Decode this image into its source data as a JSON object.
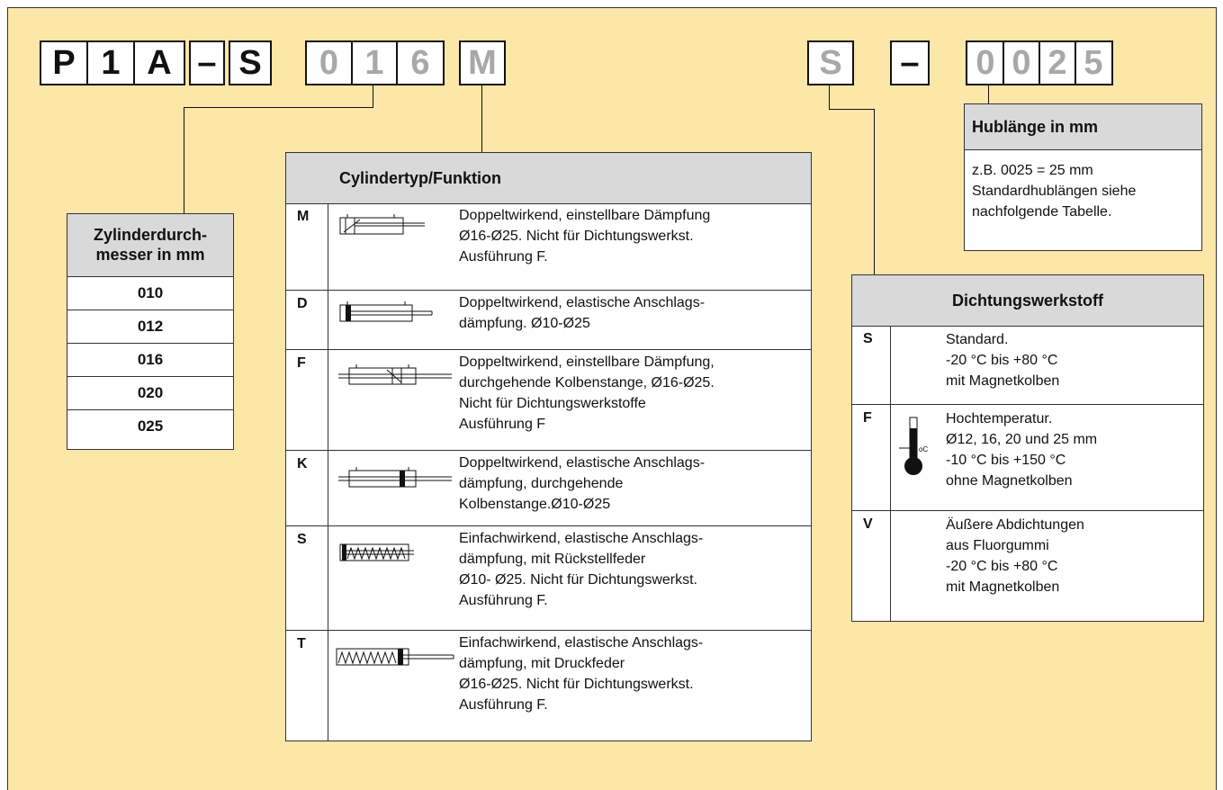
{
  "code": {
    "p1a": [
      "P",
      "1",
      "A"
    ],
    "dash1": "–",
    "s": "S",
    "diameter": [
      "0",
      "1",
      "6"
    ],
    "type": "M",
    "seal": "S",
    "dash2": "–",
    "stroke": [
      "0",
      "0",
      "2",
      "5"
    ]
  },
  "diameter_panel": {
    "title_line1": "Zylinderdurch-",
    "title_line2": "messer in mm",
    "items": [
      "010",
      "012",
      "016",
      "020",
      "025"
    ]
  },
  "type_panel": {
    "title": "Cylindertyp/Funktion",
    "rows": [
      {
        "key": "M",
        "icon": "double-acting-adjustable-cushion-icon",
        "lines": [
          "Doppeltwirkend, einstellbare Dämpfung",
          "Ø16-Ø25. Nicht für Dichtungswerkst.",
          "Ausführung F."
        ]
      },
      {
        "key": "D",
        "icon": "double-acting-elastic-cushion-icon",
        "lines": [
          "Doppeltwirkend, elastische Anschlags-",
          "dämpfung. Ø10-Ø25"
        ]
      },
      {
        "key": "F",
        "icon": "double-acting-through-rod-adjustable-icon",
        "lines": [
          "Doppeltwirkend, einstellbare Dämpfung,",
          "durchgehende Kolbenstange, Ø16-Ø25.",
          "Nicht für Dichtungswerkstoffe",
          "Ausführung F"
        ]
      },
      {
        "key": "K",
        "icon": "double-acting-through-rod-elastic-icon",
        "lines": [
          "Doppeltwirkend, elastische Anschlags-",
          "dämpfung, durchgehende",
          "Kolbenstange.Ø10-Ø25"
        ]
      },
      {
        "key": "S",
        "icon": "single-acting-return-spring-icon",
        "lines": [
          "Einfachwirkend, elastische Anschlags-",
          "dämpfung, mit Rückstellfeder",
          "Ø10- Ø25. Nicht für Dichtungswerkst.",
          "Ausführung F."
        ]
      },
      {
        "key": "T",
        "icon": "single-acting-pressure-spring-icon",
        "lines": [
          "Einfachwirkend, elastische Anschlags-",
          "dämpfung, mit Druckfeder",
          "Ø16-Ø25. Nicht für Dichtungswerkst.",
          "Ausführung F."
        ]
      }
    ]
  },
  "seal_panel": {
    "title": "Dichtungswerkstoff",
    "rows": [
      {
        "key": "S",
        "lines": [
          "Standard.",
          "-20 °C bis +80 °C",
          "mit Magnetkolben"
        ]
      },
      {
        "key": "F",
        "icon": "thermometer-icon",
        "lines": [
          "Hochtemperatur.",
          "Ø12, 16, 20 und 25 mm",
          "-10 °C bis +150 °C",
          "ohne Magnetkolben"
        ]
      },
      {
        "key": "V",
        "lines": [
          "Äußere Abdichtungen",
          "aus Fluorgummi",
          "-20 °C bis +80 °C",
          "mit Magnetkolben"
        ]
      }
    ]
  },
  "stroke_panel": {
    "title": "Hublänge in mm",
    "lines": [
      "z.B. 0025 = 25 mm",
      "Standardhublängen siehe",
      "nachfolgende Tabelle."
    ]
  },
  "colors": {
    "background": "#fce6a8",
    "header": "#d9d9d9",
    "digit_gray": "#a8a8a8"
  }
}
